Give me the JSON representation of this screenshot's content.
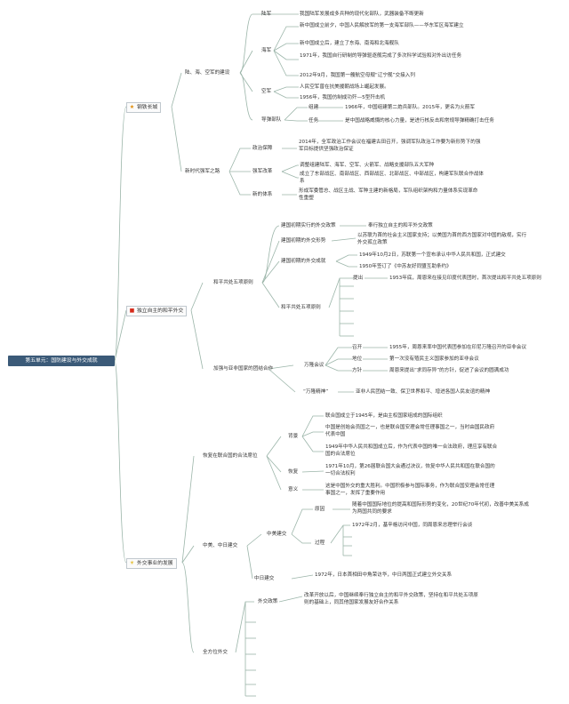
{
  "root": "第五单元：国防建设与外交成就",
  "b1": {
    "icon": "star-icon",
    "title": "钢铁长城",
    "s1": "陆、海、空军的建设",
    "army": "陆军",
    "army_t": "我国陆军发展成多兵种的现代化部队，武器装备不断更新",
    "navy": "海军",
    "navy_1": "新中国成立前夕，中国人民解放军的第一支海军部队——华东军区海军建立",
    "navy_2": "新中国成立后，建立了东海、南海和北海舰队",
    "navy_3": "1971年，我国自行研制的导弹驱逐舰完成了多次科学试验和对外出访任务",
    "navy_4": "2012年9月，我国第一艘航空母舰“辽宁舰”交接入列",
    "air": "空军",
    "air_1": "人民空军曾在抗美援朝战场上崛起发展。",
    "air_2": "1956年，我国仿制成功歼—5型歼击机",
    "missile": "导弹部队",
    "miss_a": "组建",
    "miss_a_t": "1966年，中国组建第二炮兵部队。2015年，更名为火箭军",
    "miss_b": "任务",
    "miss_b_t": "是中国战略威慑的核心力量，是进行核反击和常规导弹精确打击任务",
    "s2": "新时代强军之路",
    "pol": "政治保障",
    "pol_t": "2014年，全军政治工作会议在福建古田召开，强调军队政治工作要为新形势下的强军目标提供坚强政治保证",
    "str": "强军改革",
    "str_1": "调整组建陆军、海军、空军、火箭军、战略支援部队五大军种",
    "str_2": "成立了东部战区、南部战区、西部战区、北部战区、中部战区，构建军队联合作战体系",
    "sys": "新的体系",
    "sys_t": "形成军委管总、战区主战、军种主建的新格局，军队组织架构和力量体系实现革命性重塑"
  },
  "b2": {
    "icon": "flag-icon",
    "title": "独立自主的和平外交",
    "s1": "和平共处五项原则",
    "a": "建国初期实行的外交政策",
    "a_t": "奉行独立自主的和平外交政策",
    "b": "建国初期的外交形势",
    "b_t": "以苏联为首的社会主义国家支持；以美国为首的西方国家对中国的敌视，实行外交孤立政策",
    "c": "建国初期的外交成就",
    "c_1": "1949年10月2日，苏联第一个宣布承认中华人民共和国，正式建交",
    "c_2": "1950年签订了《中苏友好同盟互助条约》",
    "d": "和平共处五项原则",
    "d_1": "提出",
    "d_1t": "1953年底，周恩来在接见印度代表团时，首次提出和平共处五项原则",
    "s2": "加强与亚非国家的团结合作",
    "e": "万隆会议",
    "e_1": "召开",
    "e_1t": "1955年，周恩来率中国代表团参加在印尼万隆召开的亚非会议",
    "e_2": "地位",
    "e_2t": "第一次没有殖民主义国家参加的亚非会议",
    "e_3": "方针",
    "e_3t": "周恩来提出“求同存异”的方针，促进了会议的圆满成功",
    "f": "“万隆精神”",
    "f_t": "亚非人民团结一致、保卫世界和平、增进各国人民友谊的精神"
  },
  "b3": {
    "icon": "light-icon",
    "title": "外交事业的发展",
    "s1": "恢复在联合国的合法席位",
    "bg": "背景",
    "bg_1": "联合国成立于1945年，是由主权国家组成的国际组织",
    "bg_2": "中国是创始会员国之一，也是联合国安理会常任理事国之一，当时由国民政府代表中国",
    "bg_3": "1949年中华人民共和国成立后，作为代表中国的唯一合法政府，理应享有联合国的合法席位",
    "rs": "恢复",
    "rs_t": "1971年10月，第26届联合国大会通过决议，恢复中华人民共和国在联合国的一切合法权利",
    "mn": "意义",
    "mn_t": "这是中国外交的重大胜利。中国积极参与国际事务，作为联合国安理会常任理事国之一，发挥了重要作用",
    "s2": "中美、中日建交",
    "us": "中美建交",
    "us_a": "原因",
    "us_a_t": "随着中国国际地位的提高和国际形势的变化，20世纪70年代初，改善中美关系成为两国共同的要求",
    "us_b": "过程",
    "us_b_t": "1972年2月，基辛格访问中国，同周恩来总理举行会谈",
    "jp": "中日建交",
    "jp_t": "1972年，日本首相田中角荣访华，中日两国正式建立外交关系",
    "s3": "全方位外交",
    "pl": "外交政策",
    "pl_t": "改革开放以后，中国继续奉行独立自主的和平外交政策，坚持在和平共处五项原则的基础上，同其他国家发展友好合作关系"
  },
  "colors": {
    "root_bg": "#3b5a78",
    "line": "#9bb5a9"
  }
}
